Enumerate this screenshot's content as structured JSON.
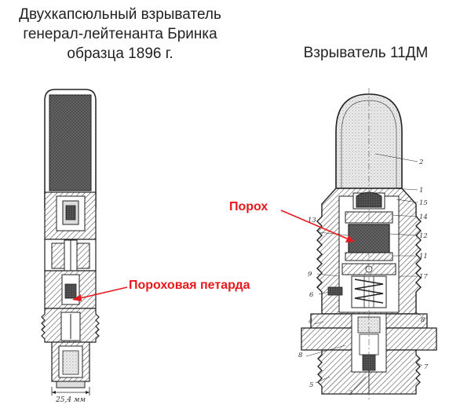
{
  "left_title": {
    "line1": "Двухкапсюльный взрыватель",
    "line2": "генерал-лейтенанта Бринка",
    "line3": "образца 1896 г."
  },
  "right_title": "Взрыватель 11ДМ",
  "callouts": {
    "petard": "Пороховая петарда",
    "porokh": "Порох"
  },
  "left_dimension": "25,4 мм",
  "part_numbers": [
    "1",
    "2",
    "3",
    "4",
    "5",
    "6",
    "7",
    "8",
    "9",
    "11",
    "12",
    "13",
    "14",
    "15",
    "17"
  ],
  "colors": {
    "accent": "#e8191c",
    "line": "#222222"
  }
}
